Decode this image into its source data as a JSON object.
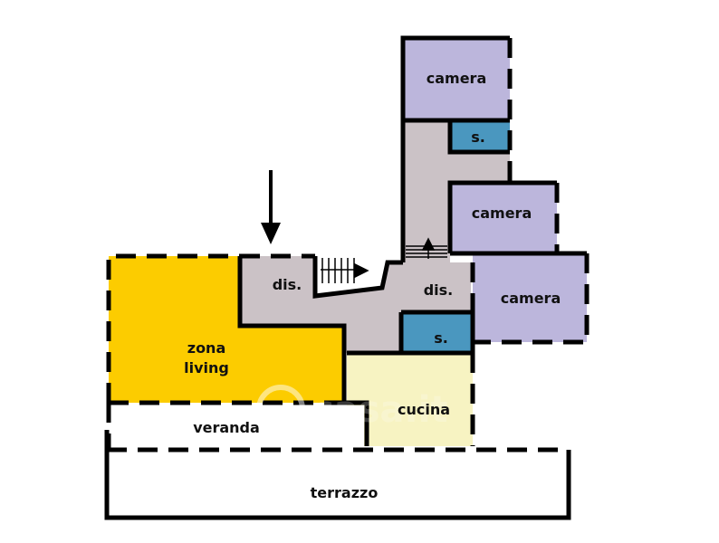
{
  "rooms": {
    "camera_top": "camera",
    "bath_top": "s.",
    "camera_mid": "camera",
    "camera_right": "camera",
    "dis_left": "dis.",
    "dis_right": "dis.",
    "bath_bottom": "s.",
    "living_line1": "zona",
    "living_line2": "living",
    "cucina": "cucina",
    "veranda": "veranda",
    "terrazzo": "terrazzo"
  },
  "watermark": "casa.it",
  "colors": {
    "living": "#fccc00",
    "distribution": "#cbc2c6",
    "camera": "#bcb6dc",
    "bath": "#4a97bf",
    "kitchen": "#f7f3c2"
  }
}
